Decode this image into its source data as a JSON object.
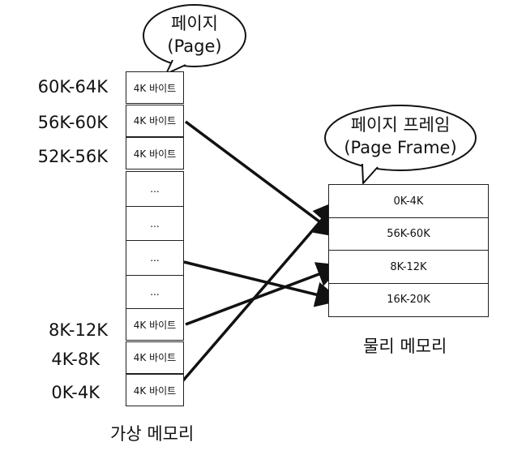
{
  "virtual_memory": {
    "title": "가상 메모리",
    "bubble": {
      "line1": "페이지",
      "line2": "(Page)"
    },
    "address_labels": [
      "60K-64K",
      "56K-60K",
      "52K-56K",
      "8K-12K",
      "4K-8K",
      "0K-4K"
    ],
    "cells": [
      "4K 바이트",
      "4K 바이트",
      "4K 바이트",
      "...",
      "...",
      "...",
      "...",
      "4K 바이트",
      "4K 바이트",
      "4K 바이트"
    ]
  },
  "physical_memory": {
    "title": "물리 메모리",
    "bubble": {
      "line1": "페이지 프레임",
      "line2": "(Page Frame)"
    },
    "cells": [
      "0K-4K",
      "56K-60K",
      "8K-12K",
      "16K-20K"
    ]
  },
  "mappings": [
    {
      "from": "56K-60K",
      "to": "56K-60K"
    },
    {
      "from": "...",
      "to": "16K-20K"
    },
    {
      "from": "8K-12K",
      "to": "8K-12K"
    },
    {
      "from": "0K-4K",
      "to": "0K-4K"
    }
  ]
}
